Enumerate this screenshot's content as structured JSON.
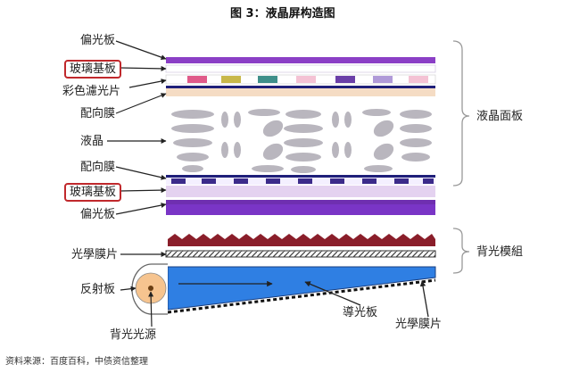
{
  "title": "图 3：液晶屏构造图",
  "labels": {
    "polarizer_top": "偏光板",
    "glass_top": "玻璃基板",
    "color_filter": "彩色濾光片",
    "alignment_top": "配向膜",
    "liquid_crystal": "液晶",
    "alignment_bottom": "配向膜",
    "glass_bottom": "玻璃基板",
    "polarizer_bottom": "偏光板",
    "optical_film_left": "光學膜片",
    "reflector": "反射板",
    "backlight_source": "背光光源",
    "light_guide": "導光板",
    "optical_film_right": "光學膜片",
    "lcd_panel": "液晶面板",
    "backlight_module": "背光模組"
  },
  "source": "资料来源：百度百科，中债资信整理",
  "colors": {
    "polarizer": "#8b3fc6",
    "cf_red": "#e05a8a",
    "cf_olive": "#c8b84a",
    "cf_teal": "#3f8f8a",
    "cf_purple": "#6b3fa8",
    "cf_pink": "#f4c2d4",
    "cf_lilac": "#b09ad8",
    "alignment_beige": "#f5dcc4",
    "navy": "#1f1f7a",
    "lc_gray": "#b9b6be",
    "tft_pale": "#e4d2f0",
    "prism": "#8a1e2a",
    "light_guide": "#2f7fe3",
    "lamp": "#f6c48f",
    "bracket": "#999999",
    "highlight": "#c0282c"
  }
}
